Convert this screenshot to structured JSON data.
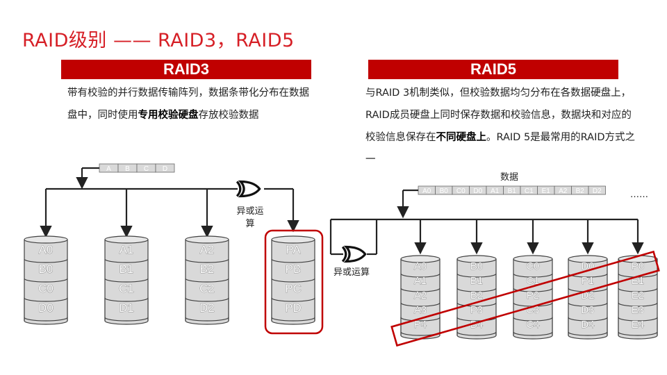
{
  "title": "RAID级别 —— RAID3，RAID5",
  "raid3": {
    "banner": "RAID3",
    "desc_normal_1": "带有校验的并行数据传输阵列，数据条带化分布在数据盘中，同时使用",
    "desc_bold": "专用校验硬盘",
    "desc_normal_2": "存放校验数据",
    "data_blocks": [
      "A",
      "B",
      "C",
      "D"
    ],
    "xor_label": "异或运算",
    "disks": [
      {
        "name": "disk-0",
        "blocks": [
          "A0",
          "B0",
          "C0",
          "D0"
        ]
      },
      {
        "name": "disk-1",
        "blocks": [
          "A1",
          "B1",
          "C1",
          "D1"
        ]
      },
      {
        "name": "disk-2",
        "blocks": [
          "A2",
          "B2",
          "C2",
          "D2"
        ]
      },
      {
        "name": "parity-disk",
        "blocks": [
          "PA",
          "PB",
          "PC",
          "PD"
        ]
      }
    ]
  },
  "raid5": {
    "banner": "RAID5",
    "desc_normal_1": "与RAID 3机制类似，但校验数据均匀分布在各数据硬盘上，RAID成员硬盘上同时保存数据和校验信息，数据块和对应的校验信息保存在",
    "desc_bold": "不同硬盘上",
    "desc_normal_2": "。RAID 5是最常用的RAID方式之一",
    "data_label": "数据",
    "data_blocks": [
      "A0",
      "B0",
      "C0",
      "D0",
      "A1",
      "B1",
      "C1",
      "E1",
      "A2",
      "B2",
      "D2"
    ],
    "ellipsis": "……",
    "xor_label": "异或运算",
    "disks": [
      {
        "name": "disk-0",
        "blocks": [
          "A0",
          "A1",
          "A2",
          "A3",
          "P4"
        ]
      },
      {
        "name": "disk-1",
        "blocks": [
          "B0",
          "B1",
          "B2",
          "P3",
          "B4"
        ]
      },
      {
        "name": "disk-2",
        "blocks": [
          "C0",
          "C1",
          "P2",
          "C3",
          "C4"
        ]
      },
      {
        "name": "disk-3",
        "blocks": [
          "D0",
          "P1",
          "D2",
          "D3",
          "D4"
        ]
      },
      {
        "name": "disk-4",
        "blocks": [
          "P0",
          "E1",
          "E2",
          "E3",
          "E4"
        ]
      }
    ]
  },
  "colors": {
    "accent": "#d61f26",
    "banner": "#c00000",
    "disk_fill": "#d9d9d9",
    "disk_stroke": "#404040",
    "highlight": "#c00000"
  }
}
